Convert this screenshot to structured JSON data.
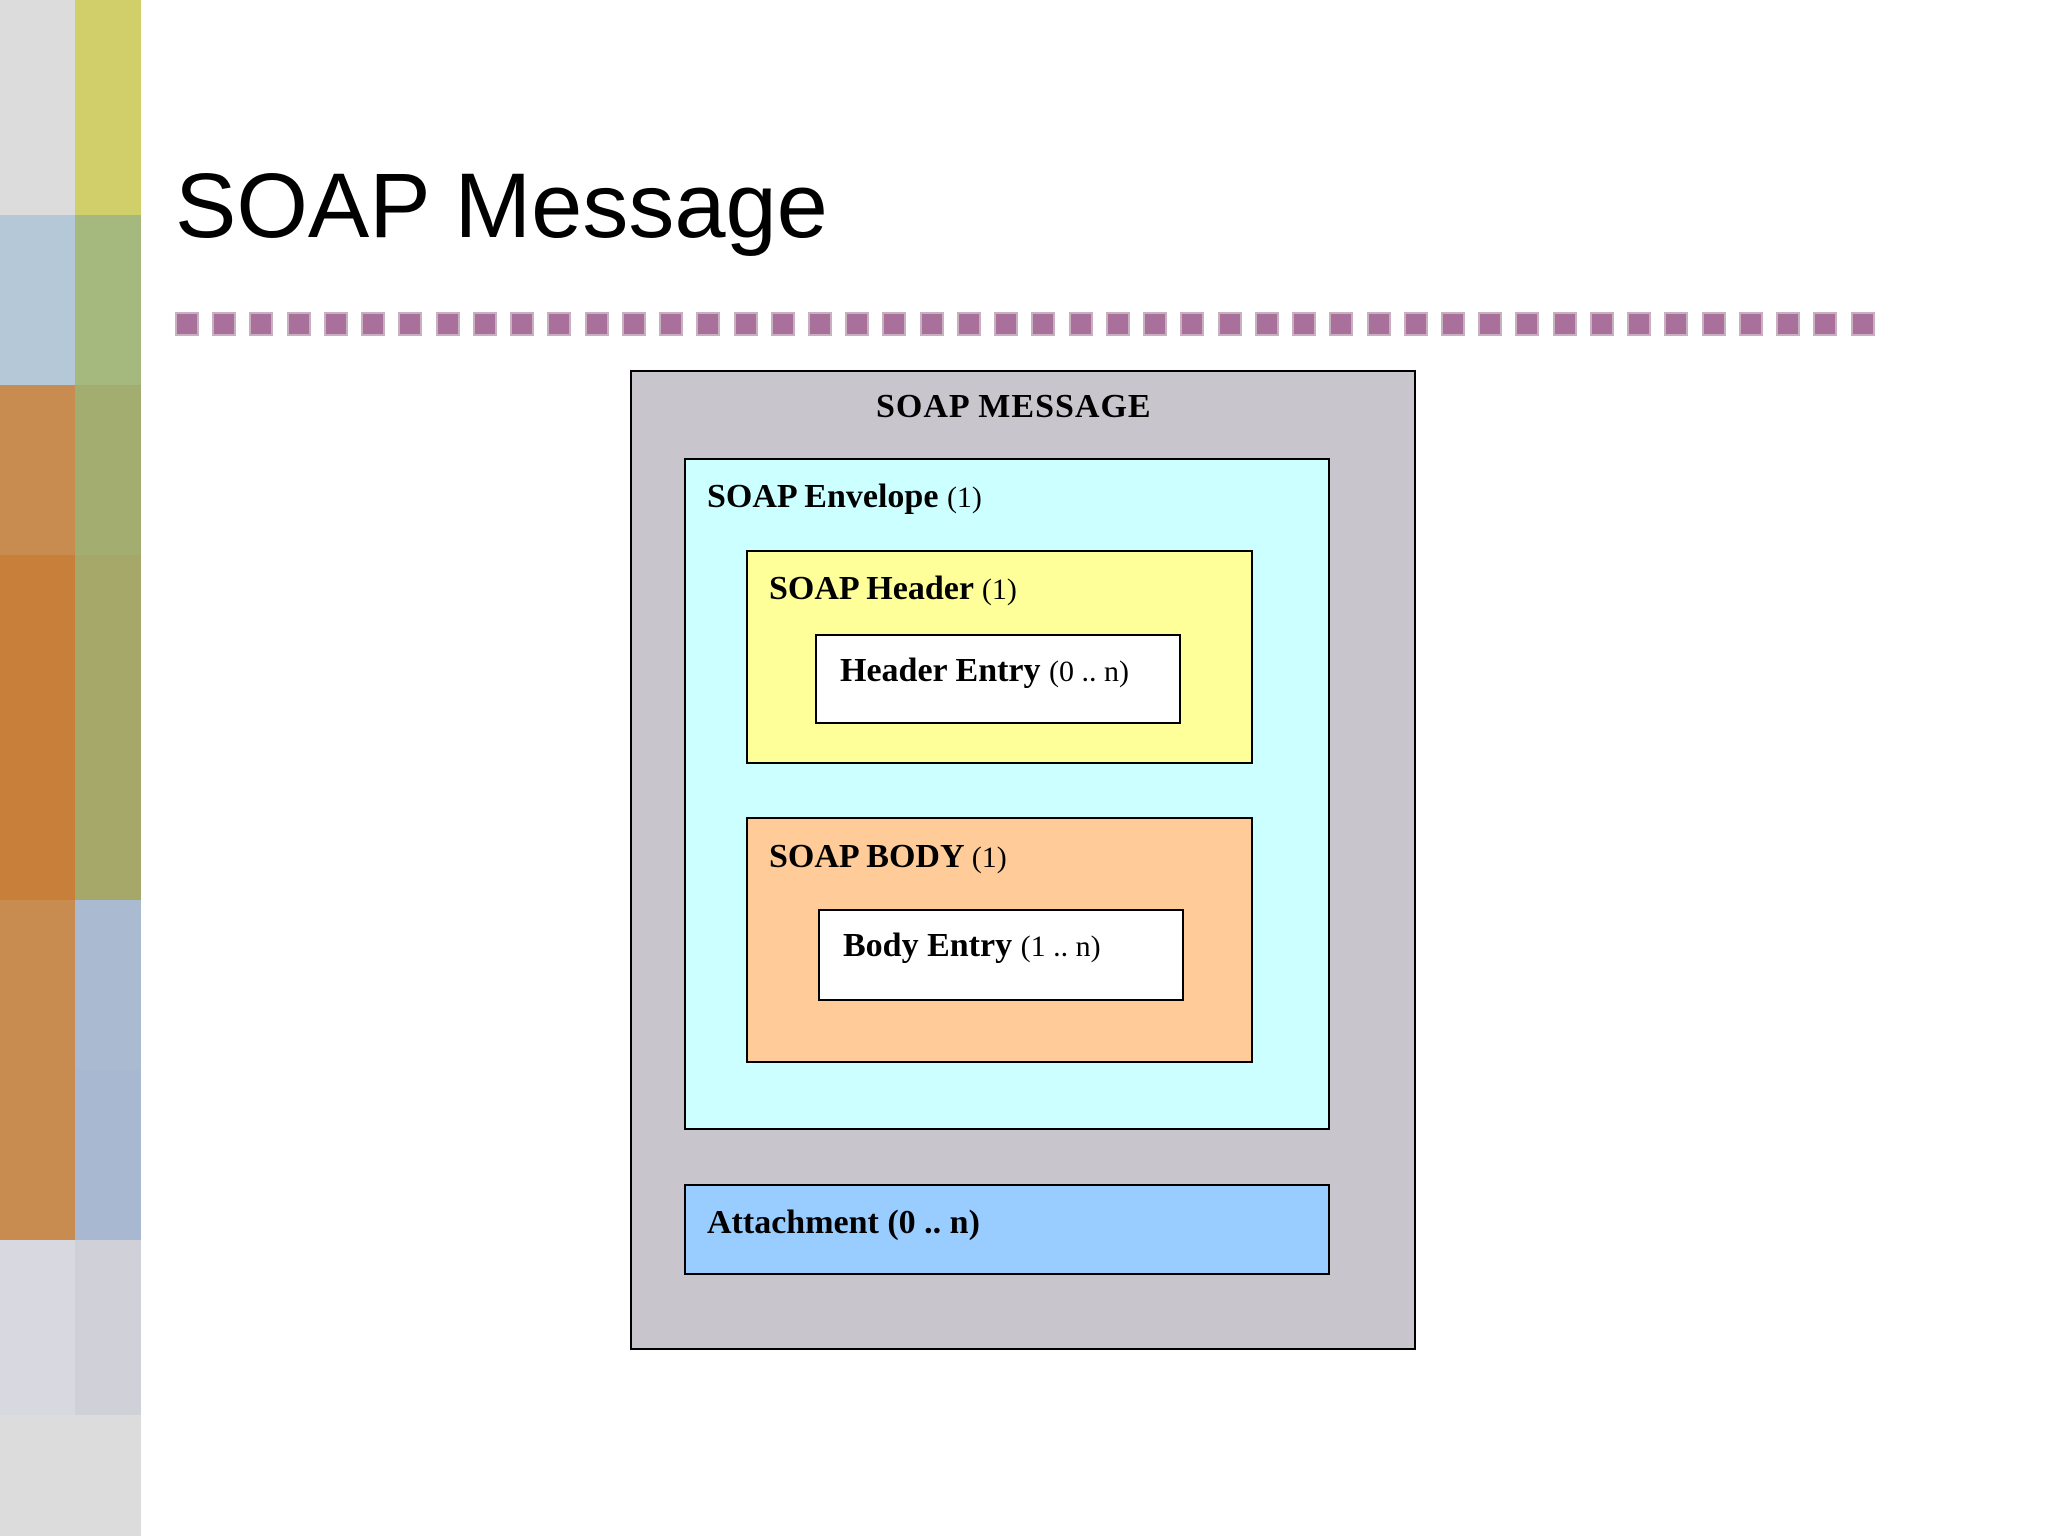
{
  "slide": {
    "title": "SOAP Message"
  },
  "diagram": {
    "message_label": "SOAP MESSAGE",
    "envelope": {
      "label": "SOAP Envelope",
      "cardinality": "(1)"
    },
    "header": {
      "label": "SOAP Header",
      "cardinality": "(1)"
    },
    "header_entry": {
      "label": "Header Entry",
      "cardinality": "(0 .. n)"
    },
    "body": {
      "label": "SOAP BODY",
      "cardinality": "(1)"
    },
    "body_entry": {
      "label": "Body Entry",
      "cardinality": "(1 .. n)"
    },
    "attachment": {
      "label": "Attachment",
      "cardinality": "(0 .. n)"
    }
  },
  "colors": {
    "message_bg": "#c8c6cc",
    "envelope_bg": "#ccffff",
    "header_bg": "#ffff99",
    "body_bg": "#ffcc99",
    "entry_bg": "#ffffff",
    "attachment_bg": "#99ccff",
    "divider": "#a8709a"
  }
}
